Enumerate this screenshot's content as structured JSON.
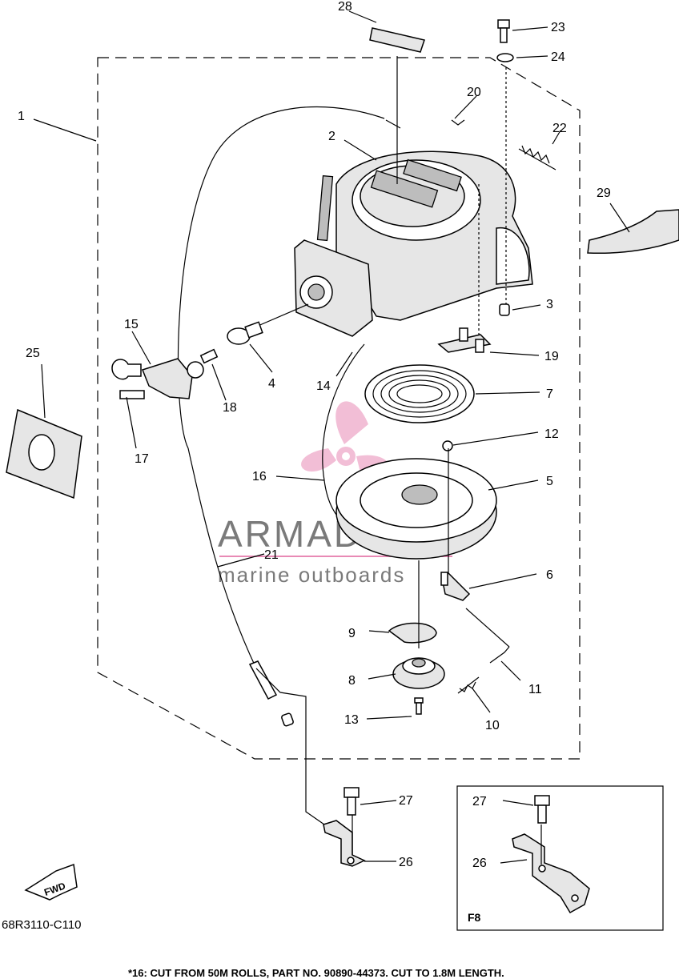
{
  "diagram": {
    "code": "68R3110-C110",
    "footnote": "*16:  CUT FROM 50M ROLLS, PART NO. 90890-44373. CUT TO 1.8M LENGTH.",
    "inset_label": "F8",
    "fwd_label": "FWD",
    "watermark": {
      "brand": "ARMADA",
      "tagline": "marine outboards"
    },
    "callouts": {
      "c1": "1",
      "c2": "2",
      "c3": "3",
      "c4": "4",
      "c5": "5",
      "c6": "6",
      "c7": "7",
      "c8": "8",
      "c9": "9",
      "c10": "10",
      "c11": "11",
      "c12": "12",
      "c13": "13",
      "c14": "14",
      "c15": "15",
      "c16": "16",
      "c17": "17",
      "c18": "18",
      "c19": "19",
      "c20": "20",
      "c21": "21",
      "c22": "22",
      "c23": "23",
      "c24": "24",
      "c25": "25",
      "c26": "26",
      "c27": "27",
      "c28": "28",
      "c29": "29",
      "c26b": "26",
      "c27b": "27"
    }
  }
}
